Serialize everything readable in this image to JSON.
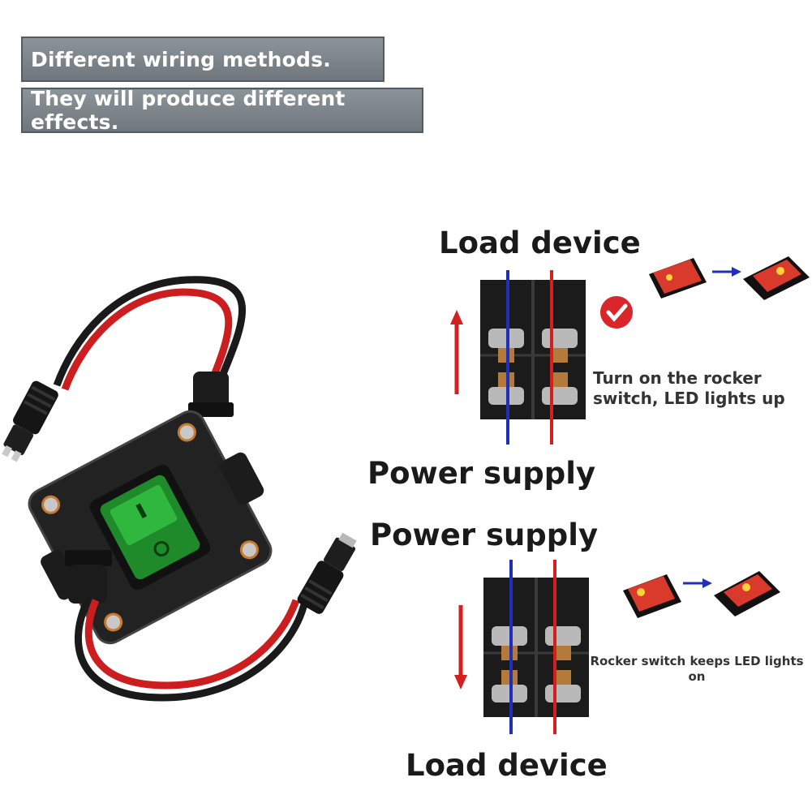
{
  "banners": {
    "line1": "Different wiring methods.",
    "line2": "They will produce different effects."
  },
  "diagram_top": {
    "top_label": "Load device",
    "bottom_label": "Power supply",
    "caption": [
      "Turn on the rocker",
      "switch, LED lights up"
    ],
    "arrow_direction": "up"
  },
  "diagram_bottom": {
    "top_label": "Power supply",
    "bottom_label": "Load device",
    "caption": "Rocker switch keeps LED lights on",
    "arrow_direction": "down"
  },
  "colors": {
    "positive_wire": "#d41f1f",
    "negative_wire": "#1f2fb8",
    "switch_green": "#1f8a2a",
    "rocker_red": "#d93a2c",
    "check_red": "#d9262a"
  },
  "icons": [
    "checkmark-icon",
    "arrow-right-icon",
    "arrow-up-icon",
    "arrow-down-icon"
  ]
}
